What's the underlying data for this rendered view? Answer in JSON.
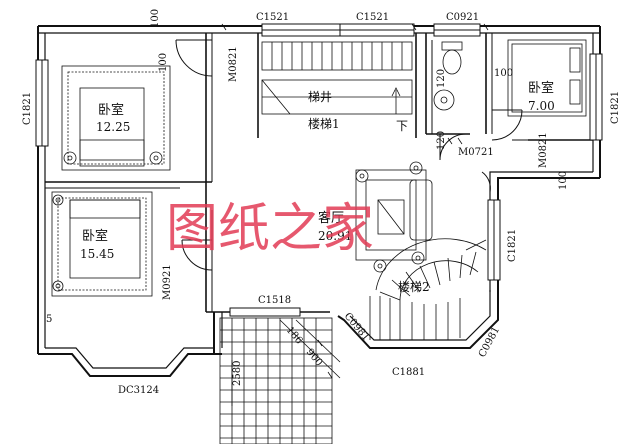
{
  "rooms": [
    {
      "id": "bedroom_nw",
      "name": "卧室",
      "area": "12.25"
    },
    {
      "id": "bedroom_w",
      "name": "卧室",
      "area": "15.45"
    },
    {
      "id": "bedroom_ne",
      "name": "卧室",
      "area": "7.00"
    },
    {
      "id": "living",
      "name": "客厅",
      "area": "20.91"
    }
  ],
  "stair_well": "梯井",
  "stair1": "楼梯1",
  "stair2": "楼梯2",
  "down_label": "下",
  "openings": {
    "c1521_a": "C1521",
    "c1521_b": "C1521",
    "c0921": "C0921",
    "c1821_w": "C1821",
    "c1821_e": "C1821",
    "c1821_mid": "C1821",
    "c1518": "C1518",
    "c0981_a": "C0981",
    "c0981_b": "C0981",
    "c1881": "C1881",
    "dc3124": "DC3124",
    "m0821_a": "M0821",
    "m0821_b": "M0821",
    "m0921_a": "M0921",
    "m0721": "M0721"
  },
  "dimensions": {
    "d100_a": "100",
    "d100_b": "100",
    "d100_c": "100",
    "d100_d": "100",
    "d120_a": "120",
    "d120_b": "120",
    "d5": "5",
    "d186": "186",
    "d900": "900",
    "d2580": "2580"
  },
  "watermark": "图纸之家"
}
